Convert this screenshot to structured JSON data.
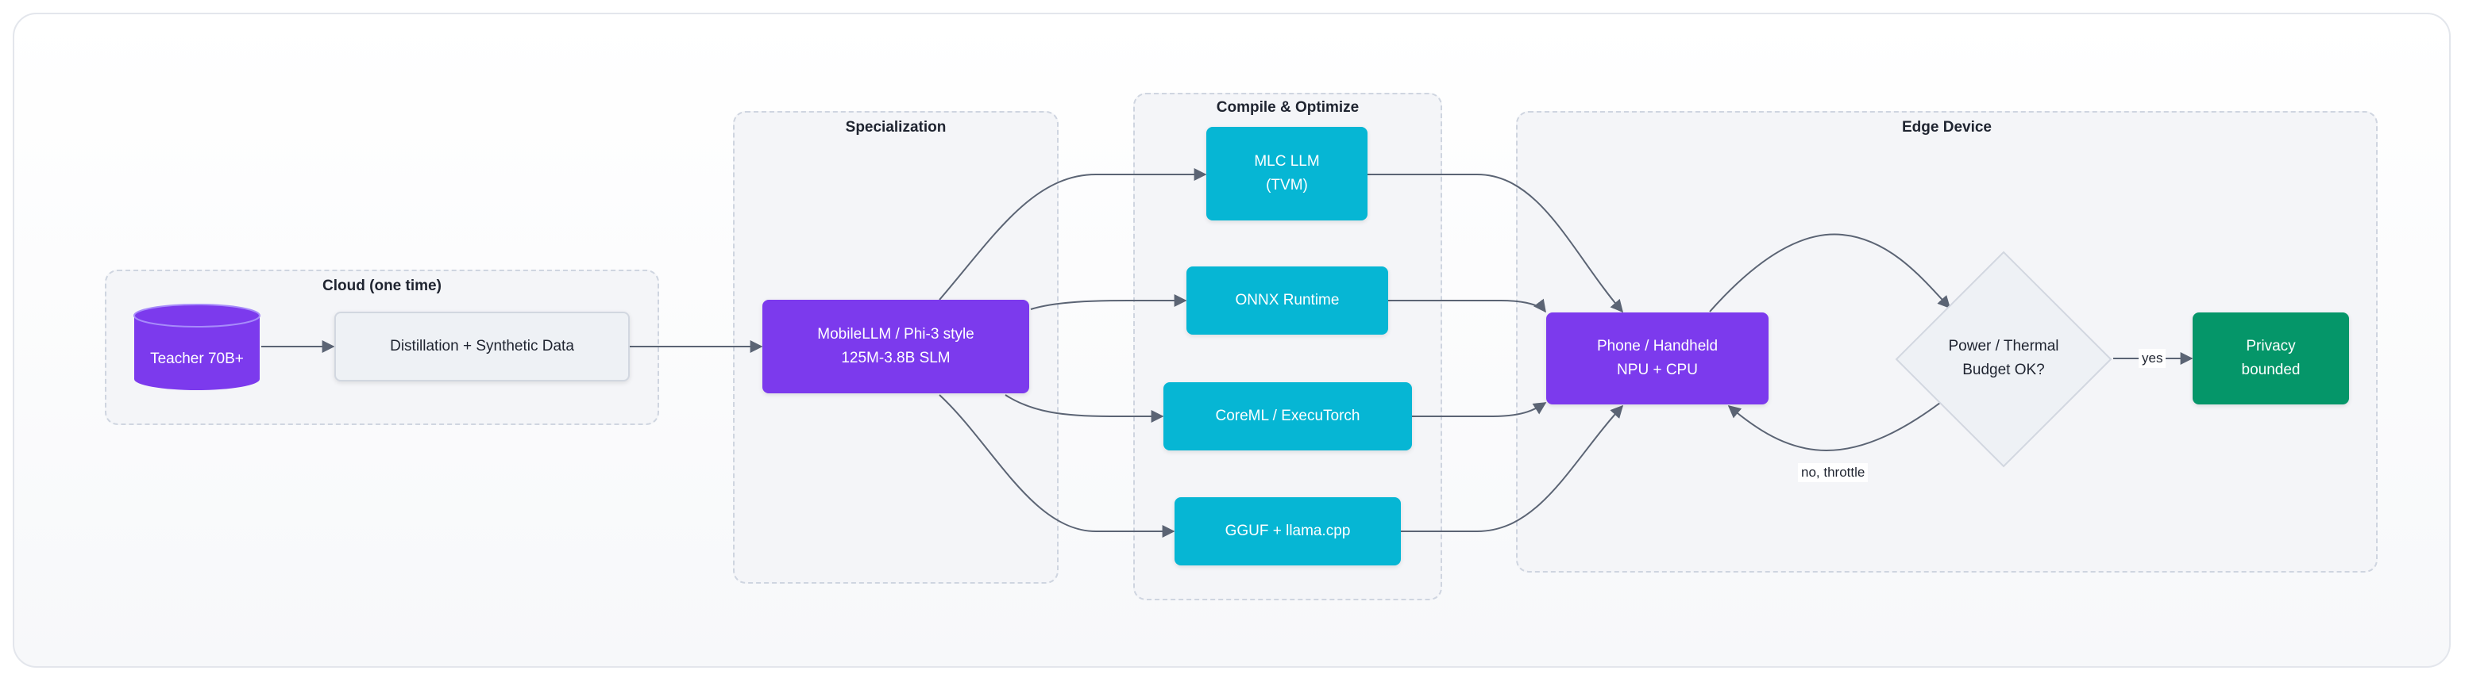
{
  "groups": {
    "cloud": "Cloud (one time)",
    "specialization": "Specialization",
    "compile": "Compile & Optimize",
    "edge": "Edge Device"
  },
  "nodes": {
    "teacher": "Teacher 70B+",
    "distill": "Distillation + Synthetic Data",
    "slm_line1": "MobileLLM / Phi-3 style",
    "slm_line2": "125M-3.8B SLM",
    "mlc_line1": "MLC LLM",
    "mlc_line2": "(TVM)",
    "onnx": "ONNX Runtime",
    "coreml": "CoreML / ExecuTorch",
    "gguf": "GGUF + llama.cpp",
    "phone_line1": "Phone / Handheld",
    "phone_line2": "NPU + CPU",
    "decision_line1": "Power / Thermal",
    "decision_line2": "Budget OK?",
    "privacy_line1": "Privacy",
    "privacy_line2": "bounded"
  },
  "edges": {
    "yes": "yes",
    "no_throttle": "no, throttle"
  },
  "colors": {
    "edge": "#5b6474",
    "cyan": "#06b6d4",
    "purple": "#7c3aed",
    "green": "#059669",
    "group_border": "#cfd5e0"
  }
}
